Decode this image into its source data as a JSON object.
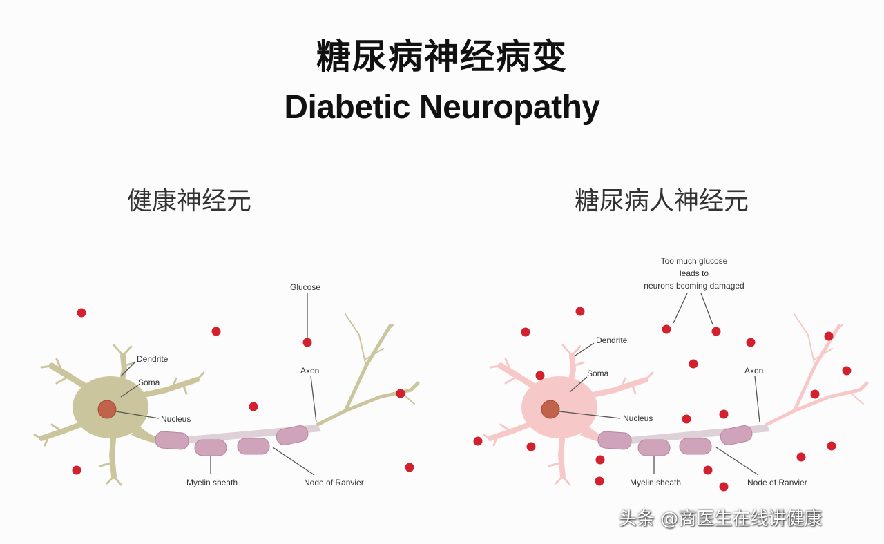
{
  "title_zh": "糖尿病神经病变",
  "title_en": "Diabetic Neuropathy",
  "left": {
    "heading": "健康神经元",
    "labels": {
      "glucose": "Glucose",
      "dendrite": "Dendrite",
      "soma": "Soma",
      "nucleus": "Nucleus",
      "axon": "Axon",
      "myelin": "Myelin sheath",
      "node": "Node of Ranvier"
    },
    "soma_color": "#cbc59e"
  },
  "right": {
    "heading": "糖尿病人神经元",
    "annotation": [
      "Too much glucose",
      "leads to",
      "neurons bcoming damaged"
    ],
    "labels": {
      "dendrite": "Dendrite",
      "soma": "Soma",
      "nucleus": "Nucleus",
      "axon": "Axon",
      "myelin": "Myelin sheath",
      "node": "Node of Ranvier"
    },
    "soma_color": "#f6c9c8"
  },
  "colors": {
    "glucose": "#d3202e",
    "myelin": "#cfa3b9",
    "nucleus": "#c1634a"
  },
  "watermark": "头条 @商医生在线讲健康"
}
